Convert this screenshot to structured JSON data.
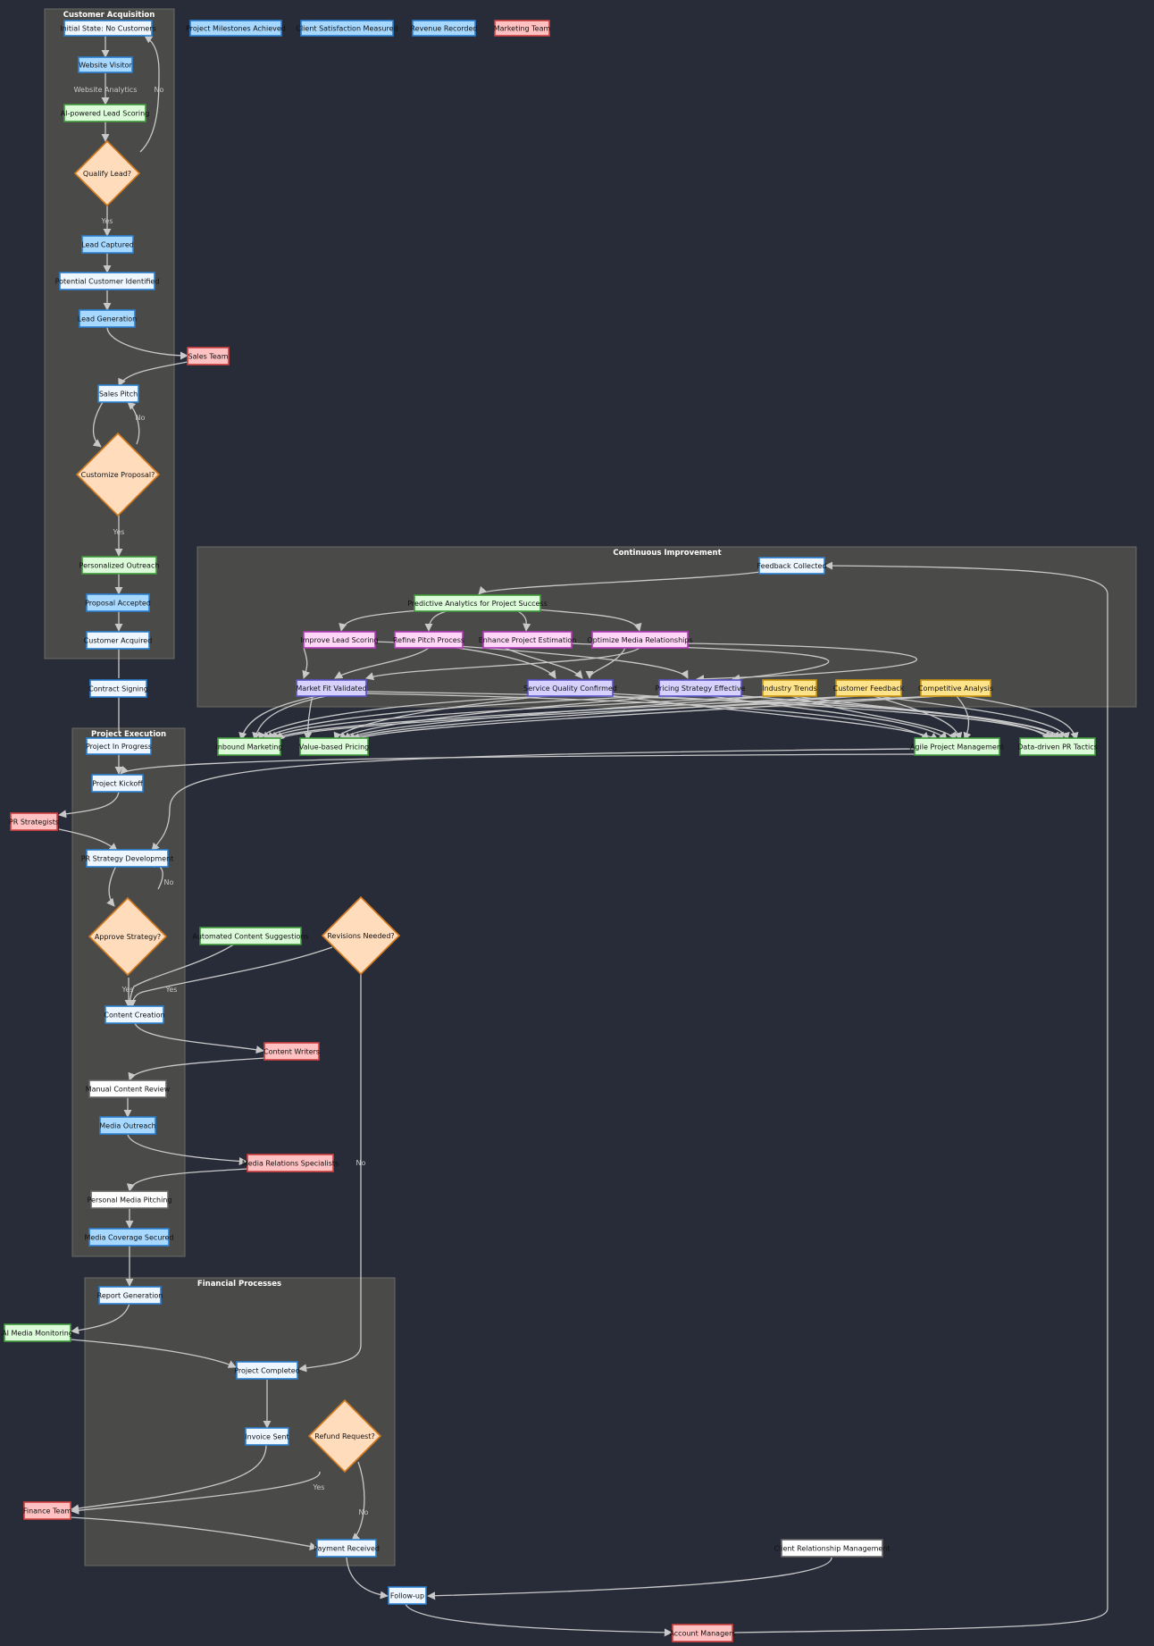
{
  "subgraphs": {
    "acquisition": "Customer Acquisition",
    "improvement": "Continuous Improvement",
    "execution": "Project Execution",
    "financial": "Financial Processes"
  },
  "nodes": {
    "initial": "Initial State: No Customers",
    "visitor": "Website Visitor",
    "lead_scoring_ai": "AI-powered Lead Scoring",
    "qualify": "Qualify Lead?",
    "lead_captured": "Lead Captured",
    "potential": "Potential Customer Identified",
    "lead_gen": "Lead Generation",
    "sales_team": "Sales Team",
    "sales_pitch": "Sales Pitch",
    "customize": "Customize Proposal?",
    "personalized": "Personalized Outreach",
    "proposal_accepted": "Proposal Accepted",
    "customer_acquired": "Customer Acquired",
    "contract": "Contract Signing",
    "milestones": "Project Milestones Achieved",
    "satisfaction": "Client Satisfaction Measured",
    "revenue": "Revenue Recorded",
    "marketing_team": "Marketing Team",
    "feedback_collected": "Feedback Collected",
    "predictive": "Predictive Analytics for Project Success",
    "improve_lead": "Improve Lead Scoring",
    "refine_pitch": "Refine Pitch Process",
    "enhance_estimation": "Enhance Project Estimation",
    "optimize_media": "Optimize Media Relationships",
    "market_fit": "Market Fit Validated",
    "service_quality": "Service Quality Confirmed",
    "pricing_effective": "Pricing Strategy Effective",
    "industry_trends": "Industry Trends",
    "customer_feedback": "Customer Feedback",
    "competitive": "Competitive Analysis",
    "inbound": "Inbound Marketing",
    "value_pricing": "Value-based Pricing",
    "agile": "Agile Project Management",
    "pr_tactics": "Data-driven PR Tactics",
    "in_progress": "Project In Progress",
    "kickoff": "Project Kickoff",
    "pr_strategists": "PR Strategists",
    "pr_strategy": "PR Strategy Development",
    "approve": "Approve Strategy?",
    "auto_content": "Automated Content Suggestions",
    "revisions": "Revisions Needed?",
    "content_creation": "Content Creation",
    "content_writers": "Content Writers",
    "manual_review": "Manual Content Review",
    "media_outreach": "Media Outreach",
    "media_specialists": "Media Relations Specialists",
    "personal_pitching": "Personal Media Pitching",
    "coverage": "Media Coverage Secured",
    "report": "Report Generation",
    "ai_monitoring": "AI Media Monitoring",
    "completed": "Project Completed",
    "invoice": "Invoice Sent",
    "refund": "Refund Request?",
    "finance_team": "Finance Team",
    "payment": "Payment Received",
    "crm": "Client Relationship Management",
    "follow_up": "Follow-up",
    "account_managers": "Account Managers"
  },
  "edge_labels": {
    "website_analytics": "Website Analytics",
    "no": "No",
    "yes": "Yes"
  },
  "colors": {
    "background": "#282c38",
    "subgraph": "#4a4a48",
    "edge": "#c9c9c9"
  }
}
